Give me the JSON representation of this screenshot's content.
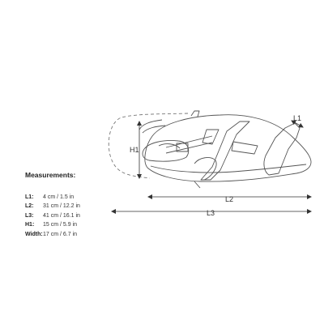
{
  "dimension_labels": {
    "l1": "L1",
    "l2": "L2",
    "l3": "L3",
    "h1": "H1"
  },
  "measurements": {
    "title": "Measurements:",
    "rows": [
      {
        "key": "L1:",
        "value": "4 cm  /  1.5 in"
      },
      {
        "key": "L2:",
        "value": "31 cm  /  12.2 in"
      },
      {
        "key": "L3:",
        "value": "41 cm  /  16.1 in"
      },
      {
        "key": "H1:",
        "value": "15 cm  /  5.9 in"
      },
      {
        "key": "Width:",
        "value": "17 cm  /  6.7 in"
      }
    ]
  },
  "colors": {
    "line": "#333333",
    "bag_outline": "#555555"
  }
}
